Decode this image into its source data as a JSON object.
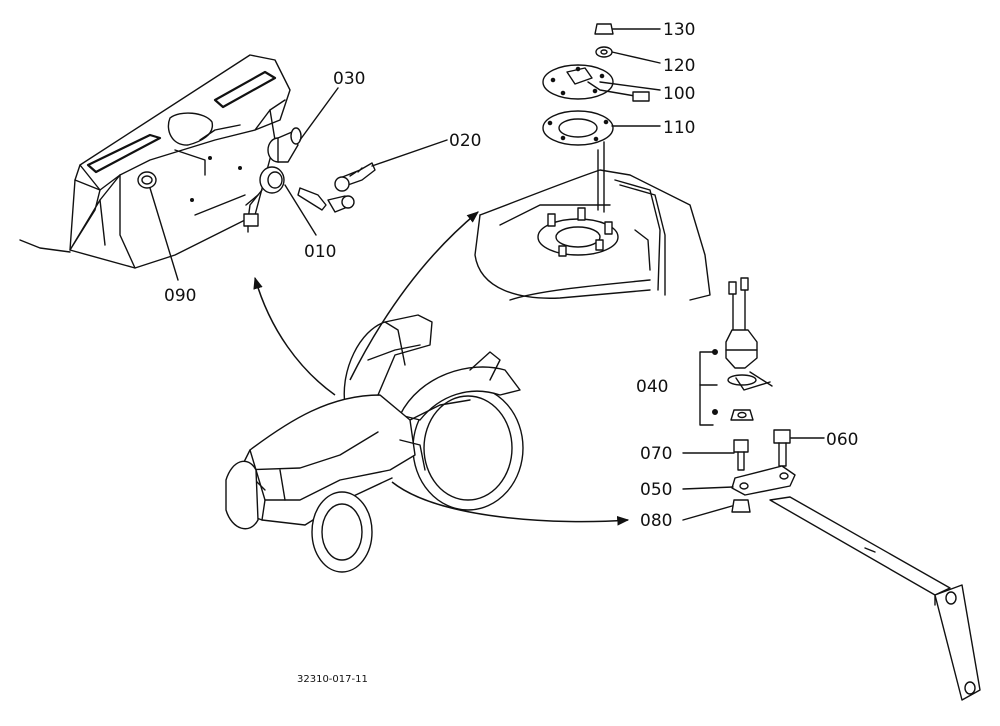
{
  "callouts": [
    {
      "id": "130",
      "text": "130"
    },
    {
      "id": "120",
      "text": "120"
    },
    {
      "id": "100",
      "text": "100"
    },
    {
      "id": "110",
      "text": "110"
    },
    {
      "id": "030",
      "text": "030"
    },
    {
      "id": "020",
      "text": "020"
    },
    {
      "id": "010",
      "text": "010"
    },
    {
      "id": "090",
      "text": "090"
    },
    {
      "id": "040",
      "text": "040"
    },
    {
      "id": "060",
      "text": "060"
    },
    {
      "id": "070",
      "text": "070"
    },
    {
      "id": "050",
      "text": "050"
    },
    {
      "id": "080",
      "text": "080"
    }
  ],
  "reference_number": "32310-017-11"
}
